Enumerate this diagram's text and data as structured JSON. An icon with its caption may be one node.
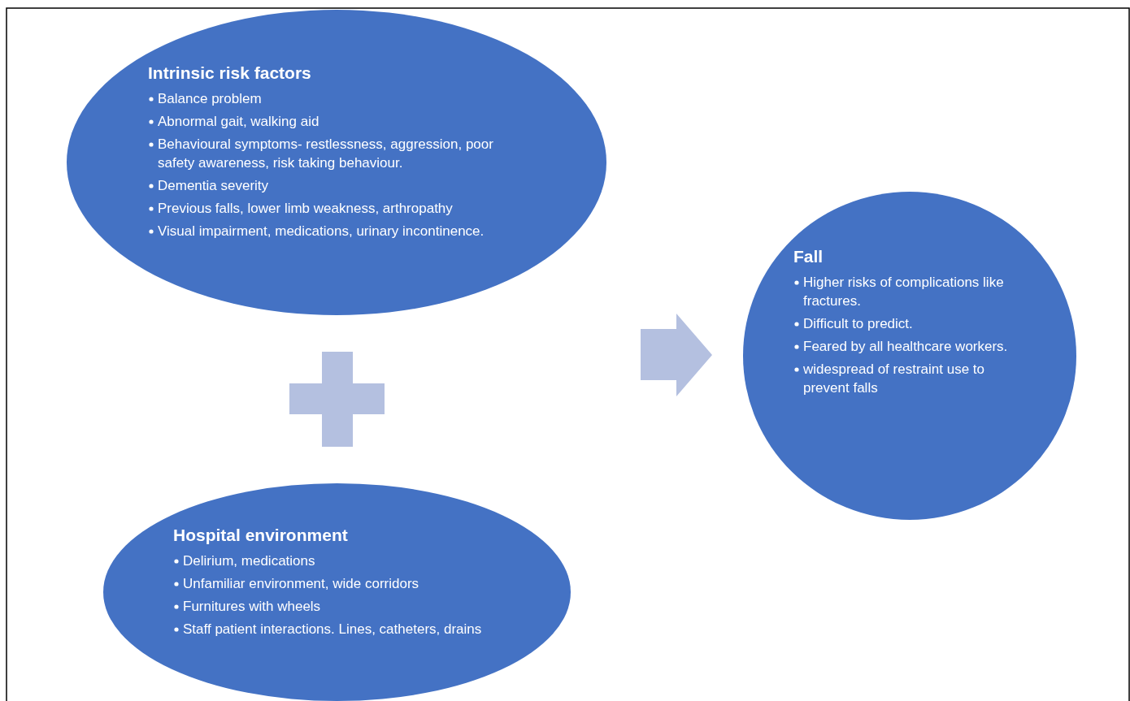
{
  "diagram": {
    "nodes": [
      {
        "text": [
          "Intrinsic risk factors",
          "Balance problem",
          "Abnormal gait, walking aid",
          "Behavioural symptoms- restlessness, aggression, poor safety awareness, risk taking behaviour.",
          "Dementia severity",
          "Previous falls, lower limb weakness, arthropathy",
          "Visual impairment, medications, urinary incontinence."
        ]
      },
      {
        "text": [
          "Hospital environment",
          "Delirium, medications",
          "Unfamiliar environment, wide corridors",
          "Furnitures with wheels",
          "Staff patient interactions. Lines, catheters, drains"
        ]
      },
      {
        "text": [
          "Fall",
          "Higher risks of complications like fractures.",
          "Difficult to predict.",
          "Feared by all healthcare workers.",
          "widespread of restraint use to prevent falls"
        ]
      }
    ],
    "edges": [
      {
        "from": 0,
        "to": 2,
        "arrow": "to"
      }
    ]
  }
}
